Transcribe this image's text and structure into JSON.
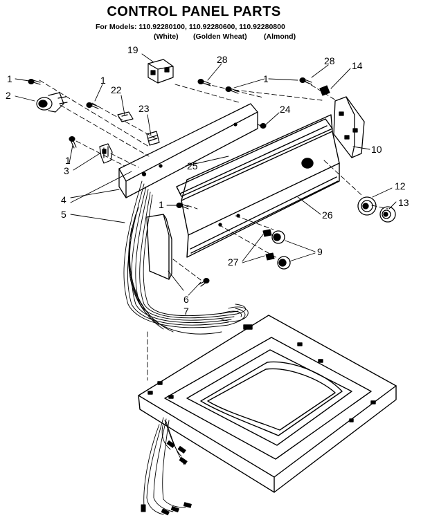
{
  "title": "CONTROL PANEL PARTS",
  "models_line": "For Models: 110.92280100, 110.92280600, 110.92280800",
  "variants": [
    "(White)",
    "(Golden Wheat)",
    "(Almond)"
  ],
  "callouts": [
    {
      "id": "c1a",
      "text": "1"
    },
    {
      "id": "c2",
      "text": "2"
    },
    {
      "id": "c1b",
      "text": "1"
    },
    {
      "id": "c22",
      "text": "22"
    },
    {
      "id": "c23",
      "text": "23"
    },
    {
      "id": "c19",
      "text": "19"
    },
    {
      "id": "c28a",
      "text": "28"
    },
    {
      "id": "c1c",
      "text": "1"
    },
    {
      "id": "c28b",
      "text": "28"
    },
    {
      "id": "c14",
      "text": "14"
    },
    {
      "id": "c24",
      "text": "24"
    },
    {
      "id": "c10",
      "text": "10"
    },
    {
      "id": "c1d",
      "text": "1"
    },
    {
      "id": "c3",
      "text": "3"
    },
    {
      "id": "c4",
      "text": "4"
    },
    {
      "id": "c5",
      "text": "5"
    },
    {
      "id": "c25",
      "text": "25"
    },
    {
      "id": "c12",
      "text": "12"
    },
    {
      "id": "c13",
      "text": "13"
    },
    {
      "id": "c1e",
      "text": "1"
    },
    {
      "id": "c26",
      "text": "26"
    },
    {
      "id": "c9",
      "text": "9"
    },
    {
      "id": "c27",
      "text": "27"
    },
    {
      "id": "c6",
      "text": "6"
    },
    {
      "id": "c7",
      "text": "7"
    }
  ]
}
